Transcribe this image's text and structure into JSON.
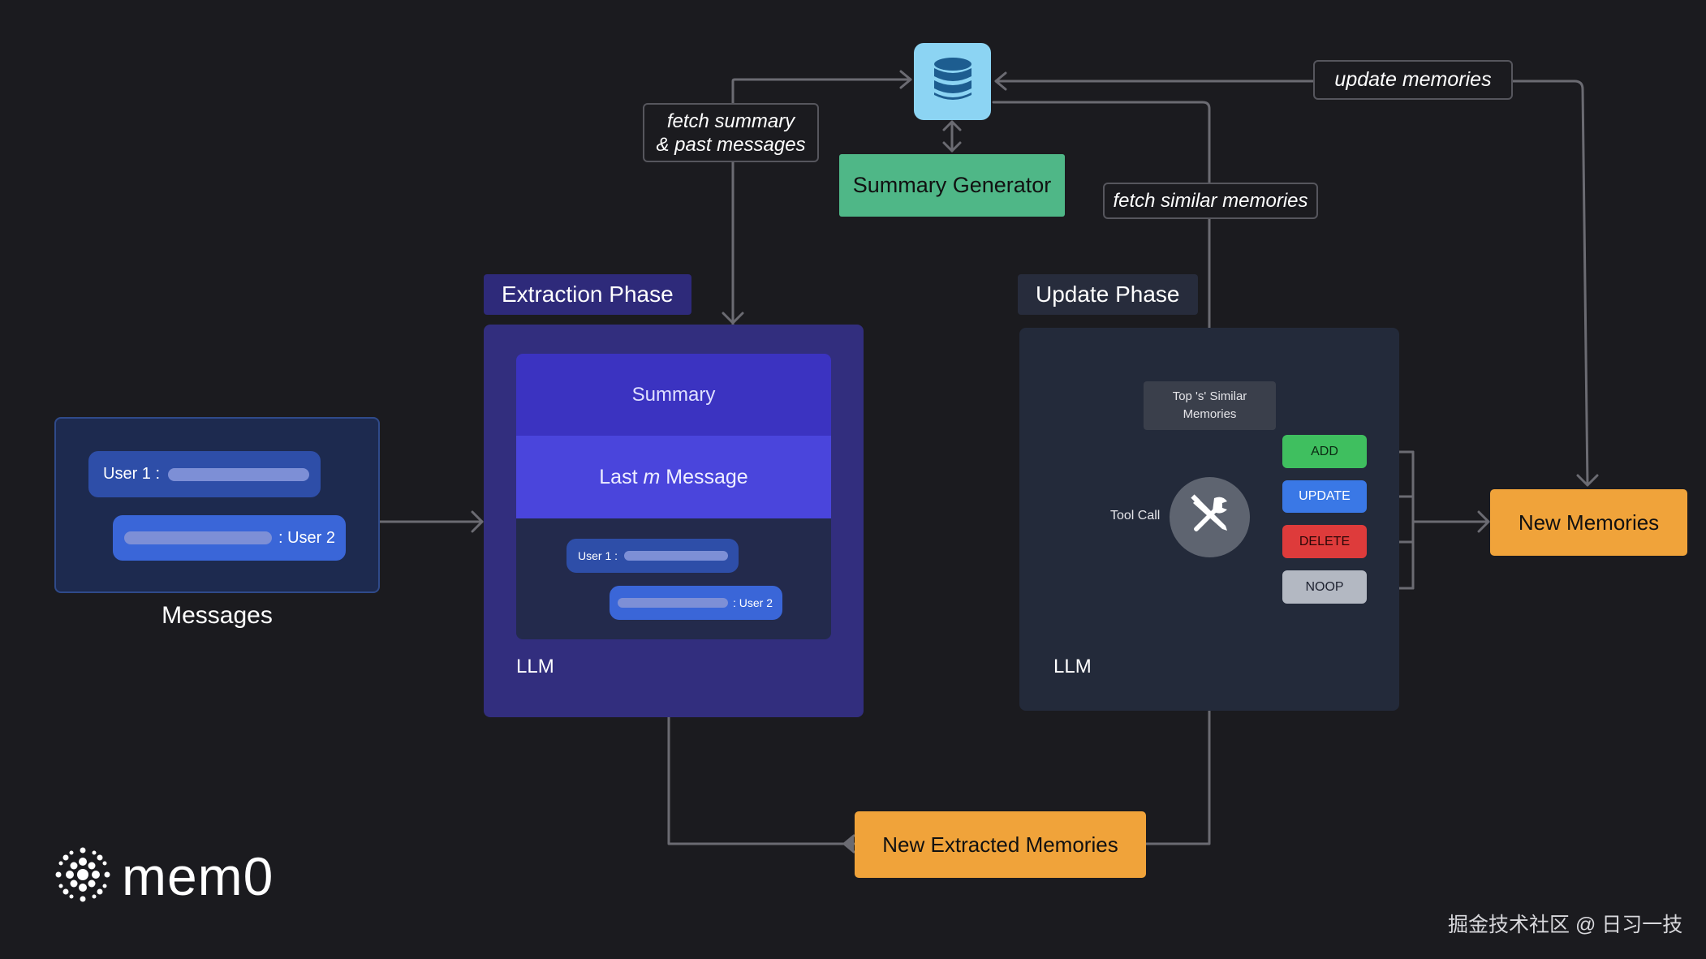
{
  "labels": {
    "fetch_summary_line1": "fetch summary",
    "fetch_summary_line2": "& past messages",
    "update_memories": "update memories",
    "fetch_similar_memories": "fetch similar memories",
    "summary_generator": "Summary Generator",
    "extraction_phase": "Extraction Phase",
    "update_phase": "Update Phase",
    "summary": "Summary",
    "last_m_message_prefix": "Last ",
    "last_m_message_m": "m",
    "last_m_message_suffix": " Message",
    "llm_extraction": "LLM",
    "llm_update": "LLM",
    "messages": "Messages",
    "user1_label": "User 1 :",
    "user2_label": ": User 2",
    "user1_small": "User 1 :",
    "user2_small": ": User 2",
    "top_s_line1": "Top 's' Similar",
    "top_s_line2": "Memories",
    "tool_call": "Tool Call",
    "op_add": "ADD",
    "op_update": "UPDATE",
    "op_delete": "DELETE",
    "op_noop": "NOOP",
    "new_memories": "New Memories",
    "new_extracted_memories": "New Extracted Memories",
    "brand": "mem0",
    "watermark": "掘金技术社区 @ 日习一技"
  },
  "icons": {
    "database": "database-icon",
    "tools": "tools-icon",
    "logo": "mem0-logo-icon"
  },
  "colors": {
    "background": "#1b1b1f",
    "summary_generator": "#4fb787",
    "orange": "#f0a33a",
    "add": "#3fbf5f",
    "update": "#3a78e6",
    "delete": "#de3b3b",
    "noop": "#b3b8c2",
    "extraction_panel": "#322e7e",
    "update_panel": "#232a3a"
  }
}
